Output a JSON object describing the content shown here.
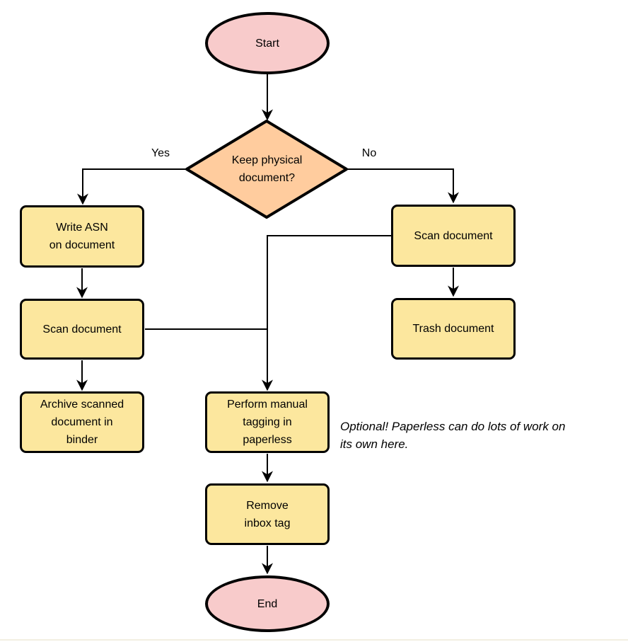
{
  "colors": {
    "stroke": "#000000",
    "terminal_fill": "#f8cbcb",
    "decision_fill": "#ffcc9e",
    "process_fill": "#fce79e",
    "background": "#ffffff",
    "footer_line": "#f2efe2"
  },
  "nodes": {
    "start": {
      "lines": [
        "Start"
      ]
    },
    "decision": {
      "lines": [
        "Keep physical",
        "document?"
      ]
    },
    "write_asn": {
      "lines": [
        "Write ASN",
        "on document"
      ]
    },
    "scan_left": {
      "lines": [
        "Scan document"
      ]
    },
    "archive": {
      "lines": [
        "Archive scanned",
        "document in",
        "binder"
      ]
    },
    "scan_right": {
      "lines": [
        "Scan document"
      ]
    },
    "trash": {
      "lines": [
        "Trash document"
      ]
    },
    "tagging": {
      "lines": [
        "Perform manual",
        "tagging in",
        "paperless"
      ]
    },
    "remove_inbox": {
      "lines": [
        "Remove",
        "inbox tag"
      ]
    },
    "end": {
      "lines": [
        "End"
      ]
    }
  },
  "edge_labels": {
    "yes": "Yes",
    "no": "No"
  },
  "annotation": {
    "lines": [
      "Optional! Paperless can do lots of work on",
      "its own here."
    ]
  }
}
